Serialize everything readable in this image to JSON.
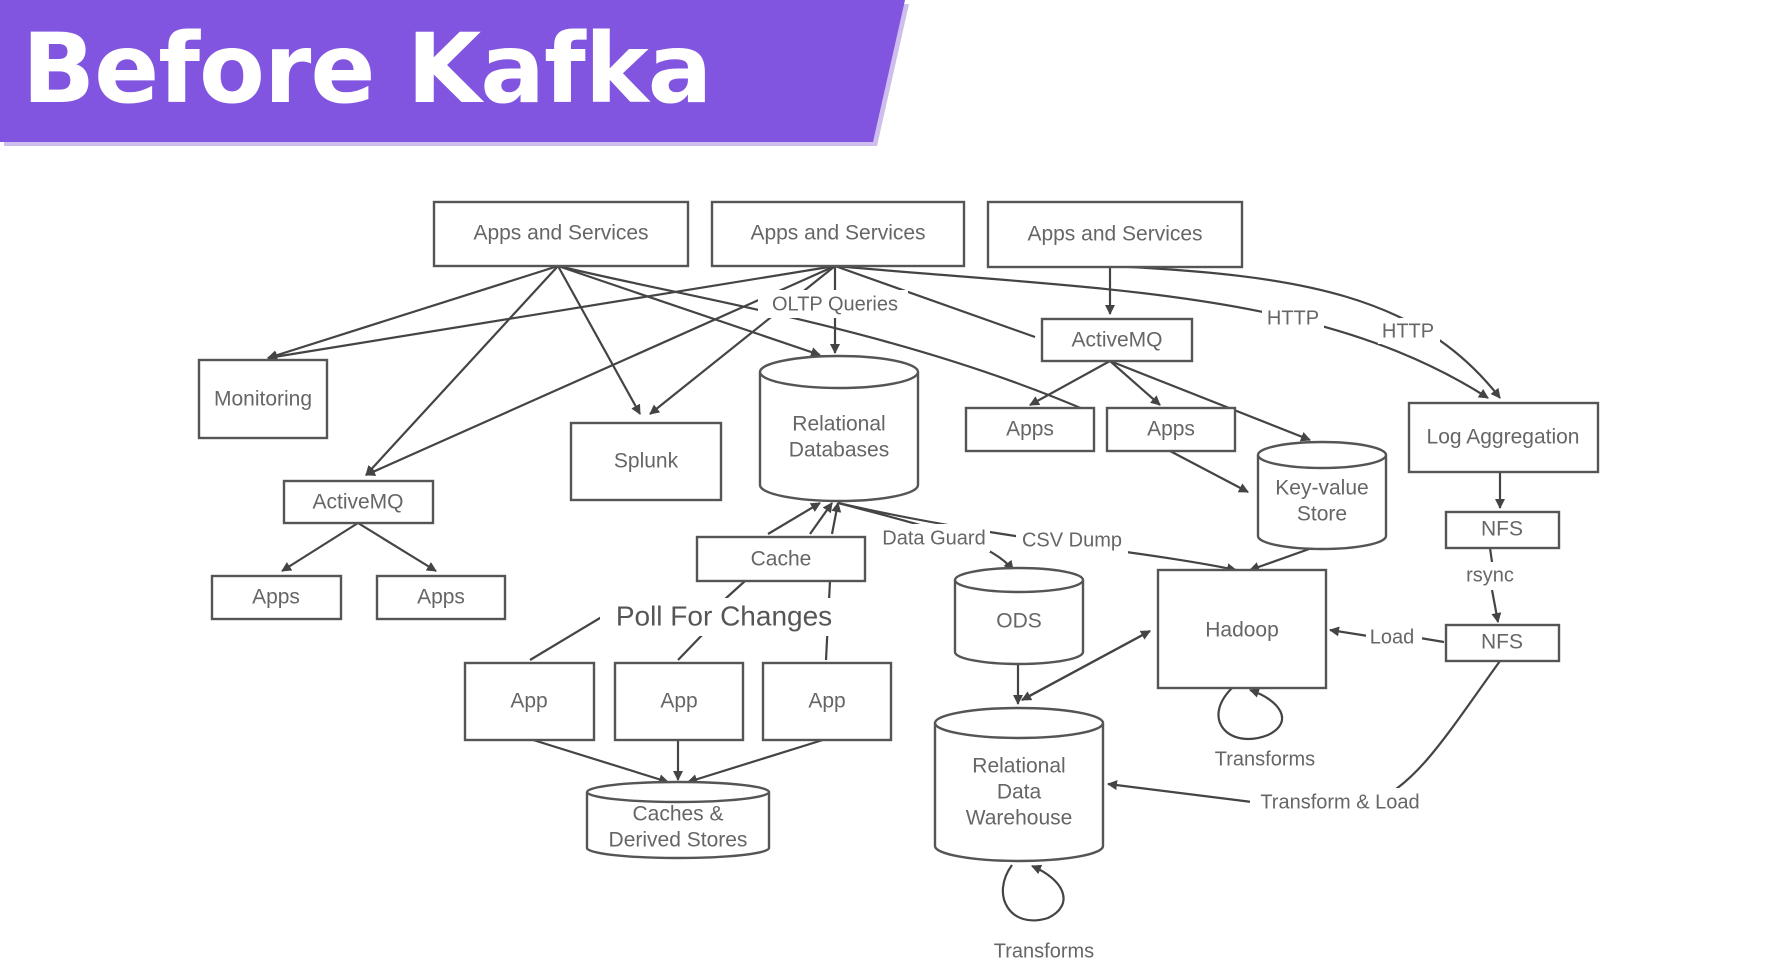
{
  "title": "Before Kafka",
  "colors": {
    "banner": "#8155e0",
    "banner_shadow": "#6f45cc",
    "stroke": "#555555",
    "text": "#666666"
  },
  "nodes": {
    "apps_services_1": "Apps and Services",
    "apps_services_2": "Apps and Services",
    "apps_services_3": "Apps and Services",
    "monitoring": "Monitoring",
    "splunk": "Splunk",
    "relational_databases_line1": "Relational",
    "relational_databases_line2": "Databases",
    "activemq_top": "ActiveMQ",
    "apps_mid_1": "Apps",
    "apps_mid_2": "Apps",
    "log_aggregation": "Log Aggregation",
    "key_value_line1": "Key-value",
    "key_value_line2": "Store",
    "nfs_1": "NFS",
    "nfs_2": "NFS",
    "activemq_left": "ActiveMQ",
    "apps_left_1": "Apps",
    "apps_left_2": "Apps",
    "cache": "Cache",
    "ods": "ODS",
    "hadoop": "Hadoop",
    "app_1": "App",
    "app_2": "App",
    "app_3": "App",
    "caches_line1": "Caches &",
    "caches_line2": "Derived Stores",
    "warehouse_line1": "Relational",
    "warehouse_line2": "Data",
    "warehouse_line3": "Warehouse"
  },
  "edge_labels": {
    "oltp_queries": "OLTP Queries",
    "http_1": "HTTP",
    "http_2": "HTTP",
    "data_guard": "Data Guard",
    "csv_dump": "CSV Dump",
    "rsync": "rsync",
    "load": "Load",
    "poll_for_changes": "Poll For Changes",
    "transforms_hadoop": "Transforms",
    "transforms_warehouse": "Transforms",
    "transform_load": "Transform & Load"
  }
}
